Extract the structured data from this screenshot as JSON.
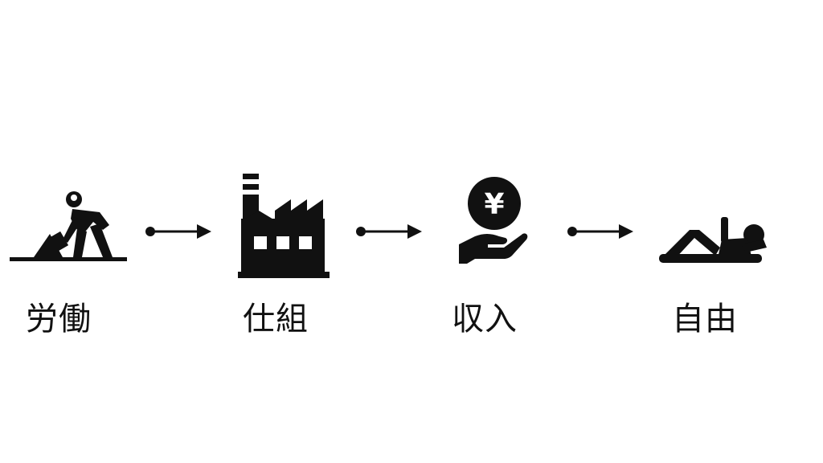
{
  "steps": [
    {
      "label": "労働",
      "icon": "worker-digging-icon"
    },
    {
      "label": "仕組",
      "icon": "factory-icon"
    },
    {
      "label": "収入",
      "icon": "hand-receiving-yen-icon"
    },
    {
      "label": "自由",
      "icon": "person-relaxing-icon"
    }
  ],
  "connectors": [
    "arrow-right-icon",
    "arrow-right-icon",
    "arrow-right-icon"
  ],
  "colors": {
    "ink": "#111111",
    "background": "#ffffff"
  }
}
